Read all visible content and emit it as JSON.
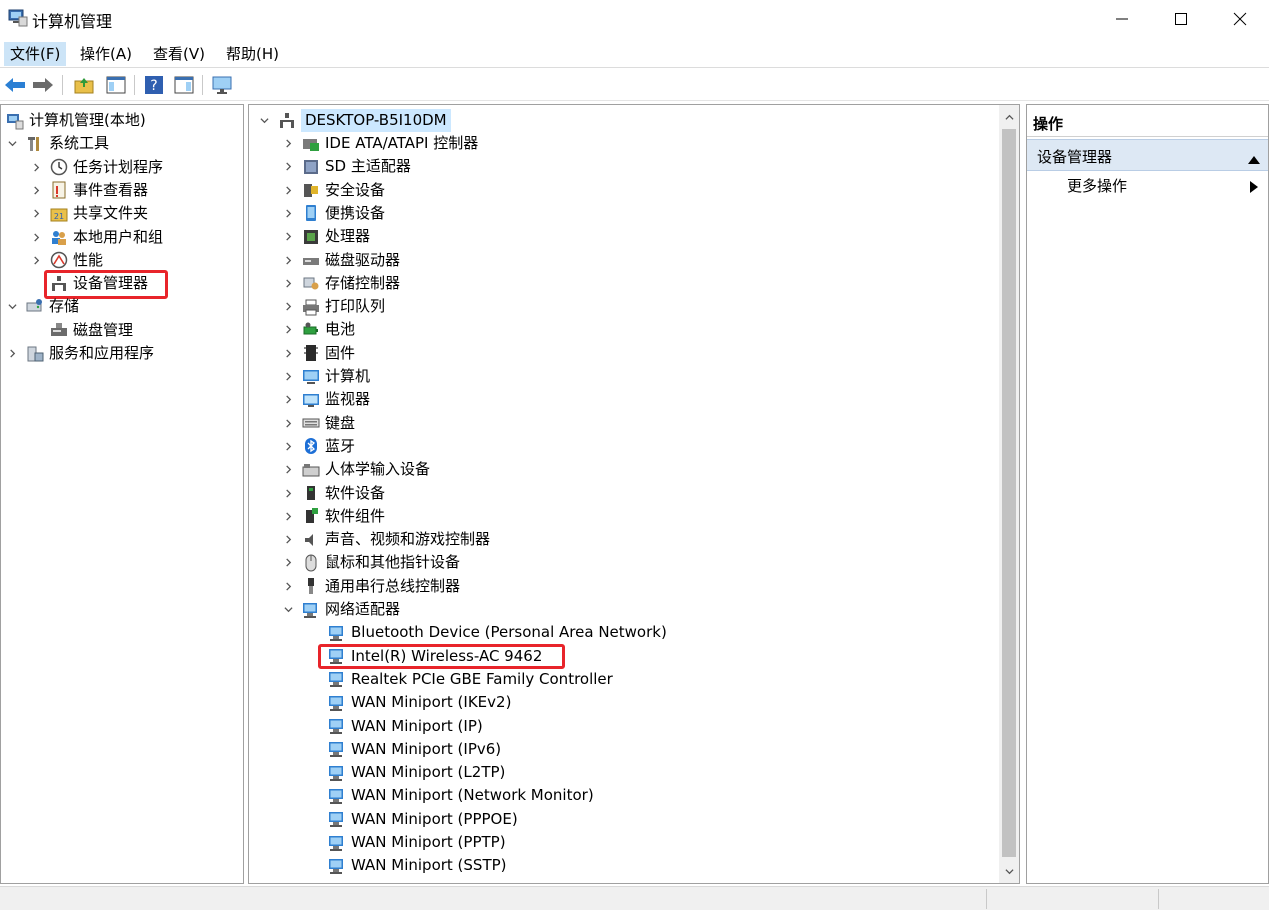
{
  "window": {
    "title": "计算机管理"
  },
  "menu": [
    {
      "label": "文件(F)",
      "active": true
    },
    {
      "label": "操作(A)"
    },
    {
      "label": "查看(V)"
    },
    {
      "label": "帮助(H)"
    }
  ],
  "toolbar": {
    "icons": [
      "back-arrow-icon",
      "forward-arrow-icon",
      "up-folder-icon",
      "show-hide-tree-icon",
      "help-icon",
      "action-pane-icon",
      "monitor-icon"
    ]
  },
  "left_tree": [
    {
      "label": "计算机管理(本地)",
      "icon": "computer-management-icon",
      "level": 0,
      "chev": ""
    },
    {
      "label": "系统工具",
      "icon": "tools-icon",
      "level": 0,
      "chev": "down"
    },
    {
      "label": "任务计划程序",
      "icon": "clock-icon",
      "level": 1,
      "chev": "right"
    },
    {
      "label": "事件查看器",
      "icon": "event-viewer-icon",
      "level": 1,
      "chev": "right"
    },
    {
      "label": "共享文件夹",
      "icon": "shared-folder-icon",
      "level": 1,
      "chev": "right"
    },
    {
      "label": "本地用户和组",
      "icon": "users-icon",
      "level": 1,
      "chev": "right"
    },
    {
      "label": "性能",
      "icon": "performance-icon",
      "level": 1,
      "chev": "right"
    },
    {
      "label": "设备管理器",
      "icon": "device-manager-icon",
      "level": 1,
      "chev": "",
      "selected": true
    },
    {
      "label": "存储",
      "icon": "storage-icon",
      "level": 0,
      "chev": "down"
    },
    {
      "label": "磁盘管理",
      "icon": "disk-icon",
      "level": 1,
      "chev": ""
    },
    {
      "label": "服务和应用程序",
      "icon": "services-icon",
      "level": 0,
      "chev": "right"
    }
  ],
  "device_tree": {
    "root": "DESKTOP-B5I10DM",
    "categories": [
      {
        "label": "IDE ATA/ATAPI 控制器",
        "icon": "ide-controller-icon",
        "chev": "right"
      },
      {
        "label": "SD 主适配器",
        "icon": "sd-adapter-icon",
        "chev": "right"
      },
      {
        "label": "安全设备",
        "icon": "security-device-icon",
        "chev": "right"
      },
      {
        "label": "便携设备",
        "icon": "portable-device-icon",
        "chev": "right"
      },
      {
        "label": "处理器",
        "icon": "processor-icon",
        "chev": "right"
      },
      {
        "label": "磁盘驱动器",
        "icon": "disk-drive-icon",
        "chev": "right"
      },
      {
        "label": "存储控制器",
        "icon": "storage-controller-icon",
        "chev": "right"
      },
      {
        "label": "打印队列",
        "icon": "printer-icon",
        "chev": "right"
      },
      {
        "label": "电池",
        "icon": "battery-icon",
        "chev": "right"
      },
      {
        "label": "固件",
        "icon": "firmware-icon",
        "chev": "right"
      },
      {
        "label": "计算机",
        "icon": "computer-icon",
        "chev": "right"
      },
      {
        "label": "监视器",
        "icon": "monitor-icon",
        "chev": "right"
      },
      {
        "label": "键盘",
        "icon": "keyboard-icon",
        "chev": "right"
      },
      {
        "label": "蓝牙",
        "icon": "bluetooth-icon",
        "chev": "right"
      },
      {
        "label": "人体学输入设备",
        "icon": "hid-icon",
        "chev": "right"
      },
      {
        "label": "软件设备",
        "icon": "software-device-icon",
        "chev": "right"
      },
      {
        "label": "软件组件",
        "icon": "software-component-icon",
        "chev": "right"
      },
      {
        "label": "声音、视频和游戏控制器",
        "icon": "sound-icon",
        "chev": "right"
      },
      {
        "label": "鼠标和其他指针设备",
        "icon": "mouse-icon",
        "chev": "right"
      },
      {
        "label": "通用串行总线控制器",
        "icon": "usb-icon",
        "chev": "right"
      },
      {
        "label": "网络适配器",
        "icon": "network-adapter-icon",
        "chev": "down"
      }
    ],
    "network_adapters": [
      {
        "label": "Bluetooth Device (Personal Area Network)"
      },
      {
        "label": "Intel(R) Wireless-AC 9462",
        "highlight": true
      },
      {
        "label": "Realtek PCIe GBE Family Controller"
      },
      {
        "label": "WAN Miniport (IKEv2)"
      },
      {
        "label": "WAN Miniport (IP)"
      },
      {
        "label": "WAN Miniport (IPv6)"
      },
      {
        "label": "WAN Miniport (L2TP)"
      },
      {
        "label": "WAN Miniport (Network Monitor)"
      },
      {
        "label": "WAN Miniport (PPPOE)"
      },
      {
        "label": "WAN Miniport (PPTP)"
      },
      {
        "label": "WAN Miniport (SSTP)"
      }
    ]
  },
  "actions": {
    "header": "操作",
    "section": "设备管理器",
    "more": "更多操作"
  },
  "colors": {
    "highlight": "#e8242a",
    "selection": "#cce8ff",
    "action_section": "#dde8f4"
  }
}
